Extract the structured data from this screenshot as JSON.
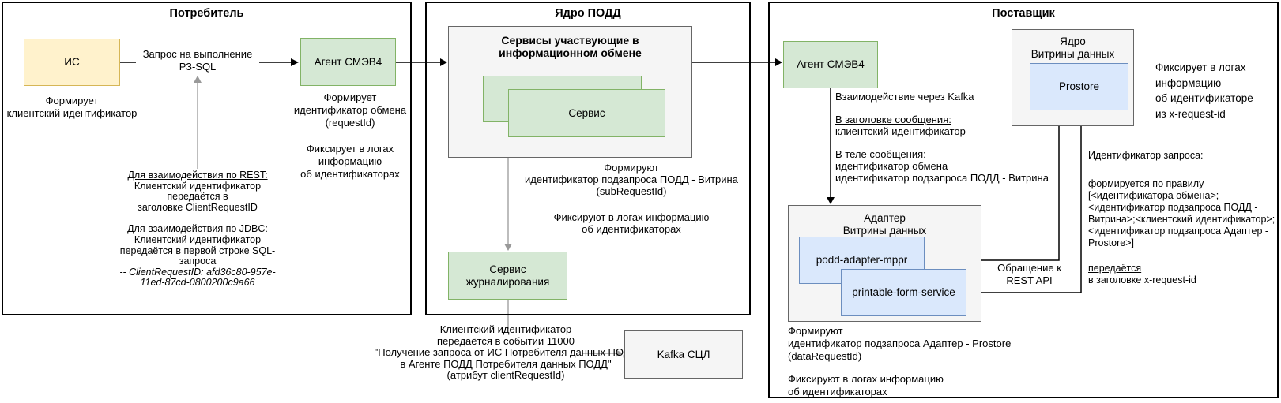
{
  "titles": {
    "consumer": "Потребитель",
    "core": "Ядро ПОДД",
    "provider": "Поставщик"
  },
  "consumer": {
    "is_label": "ИС",
    "is_caption": [
      "Формирует",
      "клиентский идентификатор"
    ],
    "request_arrow_label": [
      "Запрос на выполнение",
      "РЗ-SQL"
    ],
    "agent_label": "Агент СМЭВ4",
    "agent_caption1": [
      "Формирует",
      "идентификатор обмена",
      "(requestId)"
    ],
    "agent_caption2": [
      "Фиксирует в логах",
      "информацию",
      "об идентификаторах"
    ],
    "rest_note": {
      "heading": "Для взаимодействия по REST:",
      "lines": [
        "Клиентский идентификатор",
        "передаётся в",
        "заголовке ClientRequestID"
      ]
    },
    "jdbc_note": {
      "heading": "Для взаимодействия по JDBC:",
      "lines": [
        "Клиентский идентификатор",
        "передаётся в первой строке SQL-",
        "запроса"
      ],
      "code_lines": [
        "-- ClientRequestID: afd36c80-957e-",
        "11ed-87cd-0800200c9a66"
      ]
    }
  },
  "core": {
    "services_box_title": [
      "Сервисы участвующие в",
      "информационном обмене"
    ],
    "service_label": "Сервис",
    "caption1": [
      "Формируют",
      "идентификатор подзапроса ПОДД - Витрина",
      "(subRequestId)"
    ],
    "caption2": [
      "Фиксируют в логах информацию",
      "об идентификаторах"
    ],
    "journal_label": [
      "Сервис",
      "журналирования"
    ],
    "event_note": [
      "Клиентский идентификатор",
      "передаётся в событии 11000",
      "\"Получение запроса от ИС Потребителя данных ПОДД",
      "в Агенте ПОДД Потребителя данных ПОДД\"",
      "(атрибут clientRequestId)"
    ],
    "kafka_label": "Kafka СЦЛ"
  },
  "provider": {
    "agent_label": "Агент СМЭВ4",
    "kafka_note": "Взаимодействие через Kafka",
    "header_note": {
      "heading": "В заголовке сообщения:",
      "lines": [
        "клиентский идентификатор"
      ]
    },
    "body_note": {
      "heading": "В теле сообщения:",
      "lines": [
        "идентификатор обмена",
        "идентификатор подзапроса ПОДД - Витрина"
      ]
    },
    "dm_core_title": [
      "Ядро",
      "Витрины данных"
    ],
    "prostore_label": "Prostore",
    "dm_core_note": [
      "Фиксирует в логах",
      "информацию",
      "об идентификаторе",
      "из x-request-id"
    ],
    "adapter_title": [
      "Адаптер",
      "Витрины данных"
    ],
    "podd_adapter_label": "podd-adapter-mppr",
    "printable_label": "printable-form-service",
    "rest_api_label": [
      "Обращение к",
      "REST API"
    ],
    "request_id_note": {
      "intro": "Идентификатор запроса:",
      "rule_heading": "формируется по правилу",
      "rule_lines": [
        "[<идентификатора обмена>;",
        "<идентификатор подзапроса ПОДД -",
        "Витрина>;<клиентский идентификатор>;",
        "<идентификатор подзапроса Адаптер -",
        "Prostore>]"
      ],
      "pass_heading": "передаётся",
      "pass_line": "в заголовке x-request-id"
    },
    "adapter_caption1": [
      "Формируют",
      "идентификатор подзапроса Адаптер - Prostore",
      "(dataRequestId)"
    ],
    "adapter_caption2": [
      "Фиксируют в логах информацию",
      "об идентификаторах"
    ]
  },
  "colors": {
    "yellow_fill": "#FFF2CC",
    "yellow_border": "#D6B656",
    "green_fill": "#D5E8D4",
    "green_border": "#82B366",
    "blue_fill": "#DAE8FC",
    "blue_border": "#6C8EBF",
    "gray_fill": "#F5F5F5",
    "gray_border": "#666666",
    "connector_black": "#000000",
    "connector_gray": "#999999"
  }
}
